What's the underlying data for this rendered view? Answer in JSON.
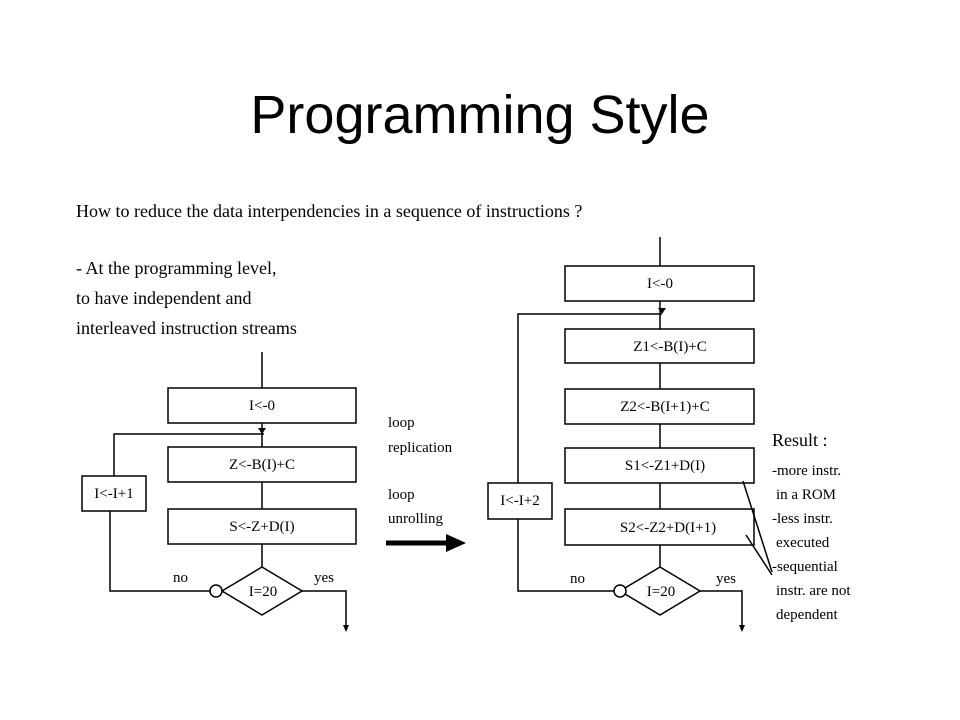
{
  "title": "Programming Style",
  "question": "How to reduce the data interpendencies in a sequence of instructions ?",
  "intro_lines": [
    "- At the programming level,",
    "to have independent and",
    "interleaved instruction streams"
  ],
  "left_flow": {
    "init": "I<-0",
    "step1": "Z<-B(I)+C",
    "step2": "S<-Z+D(I)",
    "increment": "I<-I+1",
    "condition": "I=20",
    "no_label": "no",
    "yes_label": "yes"
  },
  "transform_labels": {
    "first_a": "loop",
    "first_b": "replication",
    "second_a": "loop",
    "second_b": "unrolling"
  },
  "right_flow": {
    "init": "I<-0",
    "step1": "Z1<-B(I)+C",
    "step2": "Z2<-B(I+1)+C",
    "step3": "S1<-Z1+D(I)",
    "step4": "S2<-Z2+D(I+1)",
    "increment": "I<-I+2",
    "condition": "I=20",
    "no_label": "no",
    "yes_label": "yes"
  },
  "result": {
    "title": "Result :",
    "lines": [
      "-more instr.",
      "in a ROM",
      "-less instr.",
      "executed",
      "-sequential",
      "instr. are not",
      "dependent"
    ]
  }
}
